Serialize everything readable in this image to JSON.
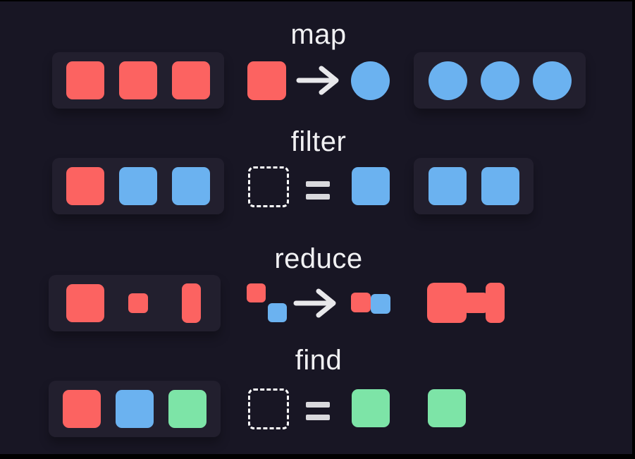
{
  "colors": {
    "frame": "#000000",
    "bg": "#181624",
    "panel": "#221f2e",
    "red": "#fc6361",
    "blue": "#6bb2f0",
    "green": "#7de4a7",
    "text": "#f1f1f3",
    "equals": "#d9d9dd",
    "arrow": "#e8e8eb",
    "dash": "#ffffff"
  },
  "rows": {
    "map": {
      "title": "map",
      "input_items": [
        "sq-red",
        "sq-red",
        "sq-red"
      ],
      "operation": {
        "from": "red-square",
        "relation": "arrow",
        "to": "blue-circle"
      },
      "output_items": [
        "circ-blue",
        "circ-blue",
        "circ-blue"
      ]
    },
    "filter": {
      "title": "filter",
      "input_items": [
        "sq-red",
        "sq-blue",
        "sq-blue"
      ],
      "operation": {
        "from": "empty-dashed-slot",
        "relation": "equals",
        "to": "blue-square"
      },
      "output_items": [
        "sq-blue",
        "sq-blue"
      ]
    },
    "reduce": {
      "title": "reduce",
      "input_items": [
        "sq-red",
        "sq-red-sm",
        "sq-red-tall"
      ],
      "operation": {
        "from": [
          "small-red-square",
          "small-blue-square"
        ],
        "relation": "arrow",
        "to": [
          "small-red-square",
          "small-blue-square"
        ]
      },
      "output": "merged-red-dumbbell-shape"
    },
    "find": {
      "title": "find",
      "input_items": [
        "sq-red",
        "sq-blue",
        "sq-green"
      ],
      "operation": {
        "from": "empty-dashed-slot",
        "relation": "equals",
        "to": "green-square"
      },
      "output": "green-square"
    }
  }
}
